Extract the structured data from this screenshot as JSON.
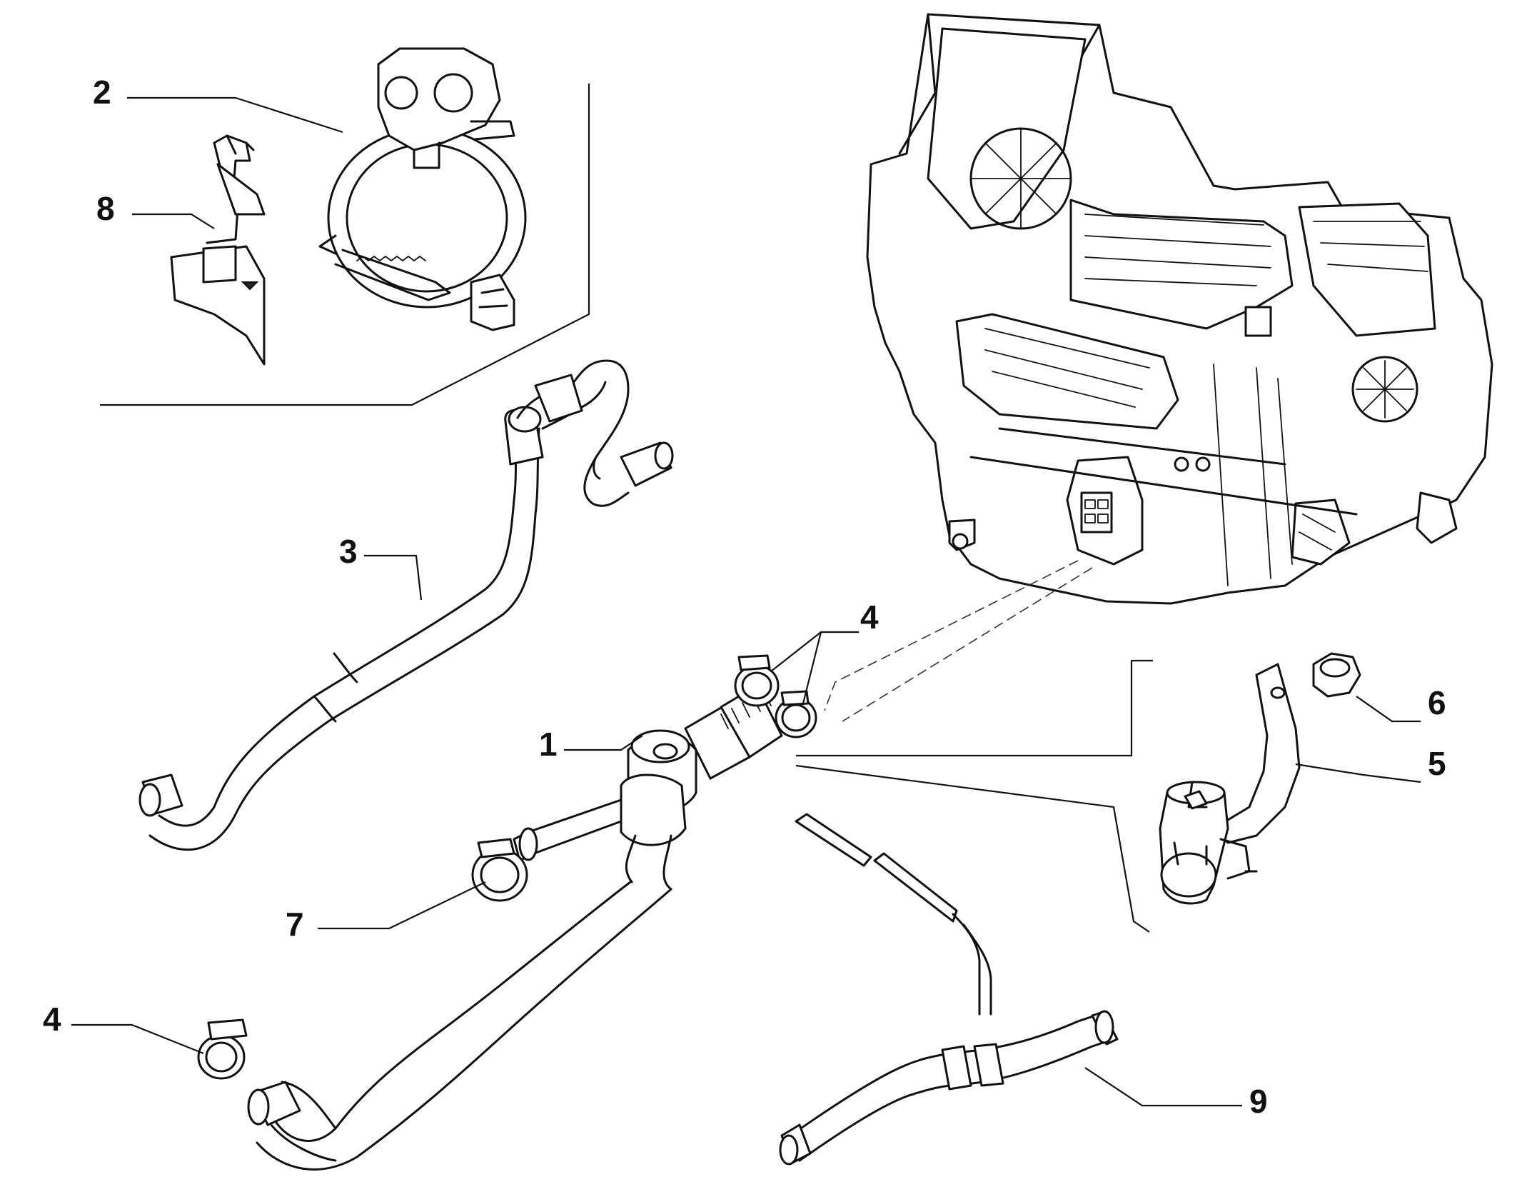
{
  "callouts": [
    {
      "id": "c2",
      "label": "2"
    },
    {
      "id": "c8",
      "label": "8"
    },
    {
      "id": "c3",
      "label": "3"
    },
    {
      "id": "c4a",
      "label": "4"
    },
    {
      "id": "c1",
      "label": "1"
    },
    {
      "id": "c6",
      "label": "6"
    },
    {
      "id": "c5",
      "label": "5"
    },
    {
      "id": "c7",
      "label": "7"
    },
    {
      "id": "c4b",
      "label": "4"
    },
    {
      "id": "c9",
      "label": "9"
    }
  ]
}
